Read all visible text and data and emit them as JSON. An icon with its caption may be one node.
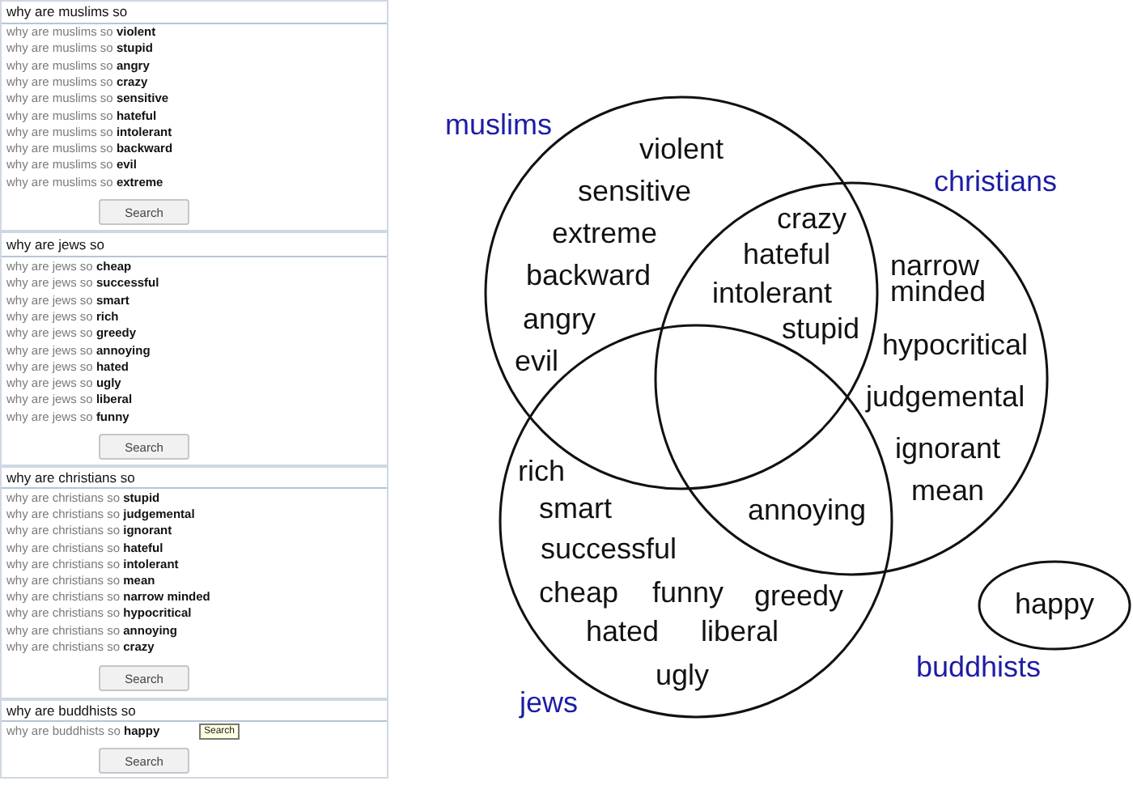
{
  "diagram": {
    "nodes": [
      {
        "text": [
          "why are muslims so",
          "why are muslims so **violent**",
          "why are muslims so **stupid**",
          "why are muslims so **angry**",
          "why are muslims so **crazy**",
          "why are muslims so **sensitive**",
          "why are muslims so **hateful**",
          "why are muslims so **intolerant**",
          "why are muslims so **backward**",
          "why are muslims so **evil**",
          "why are muslims so **extreme**",
          "Search"
        ]
      },
      {
        "text": [
          "why are jews so",
          "why are jews so **cheap**",
          "why are jews so **successful**",
          "why are jews so **smart**",
          "why are jews so **rich**",
          "why are jews so **greedy**",
          "why are jews so **annoying**",
          "why are jews so **hated**",
          "why are jews so **ugly**",
          "why are jews so **liberal**",
          "why are jews so **funny**",
          "Search"
        ]
      },
      {
        "text": [
          "why are christians so",
          "why are christians so **stupid**",
          "why are christians so **judgemental**",
          "why are christians so **ignorant**",
          "why are christians so **hateful**",
          "why are christians so **intolerant**",
          "why are christians so **mean**",
          "why are christians so **narrow minded**",
          "why are christians so **hypocritical**",
          "why are christians so **annoying**",
          "why are christians so **crazy**",
          "Search"
        ]
      },
      {
        "text": [
          "why are buddhists so",
          "why are buddhists so **happy**",
          "Search",
          "Search"
        ]
      },
      {
        "text": [
          "muslims",
          "violent",
          "sensitive",
          "extreme",
          "backward",
          "angry",
          "evil"
        ]
      },
      {
        "text": [
          "christians",
          "narrow minded",
          "hypocritical",
          "judgemental",
          "ignorant",
          "mean"
        ]
      },
      {
        "text": [
          "rich",
          "smart",
          "successful",
          "cheap",
          "funny",
          "greedy",
          "hated",
          "liberal",
          "ugly",
          "jews"
        ]
      },
      {
        "text": [
          "happy",
          "buddhists"
        ]
      }
    ],
    "labels": [
      "crazy",
      "hateful",
      "intolerant",
      "stupid",
      "annoying"
    ]
  }
}
